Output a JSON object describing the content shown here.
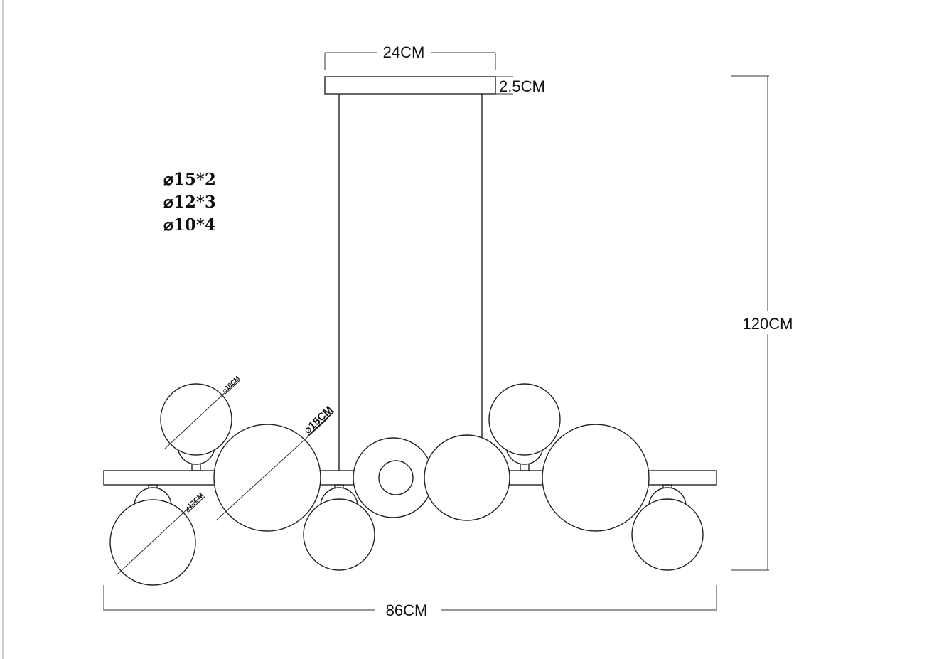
{
  "dimensions": {
    "canopy_width": "24CM",
    "canopy_height": "2.5CM",
    "total_height": "120CM",
    "total_width": "86CM"
  },
  "globe_specs": [
    "⌀15*2",
    "⌀12*3",
    "⌀10*4"
  ],
  "globe_labels": {
    "small": "⌀10CM",
    "large": "⌀15CM",
    "medium": "⌀12CM"
  }
}
